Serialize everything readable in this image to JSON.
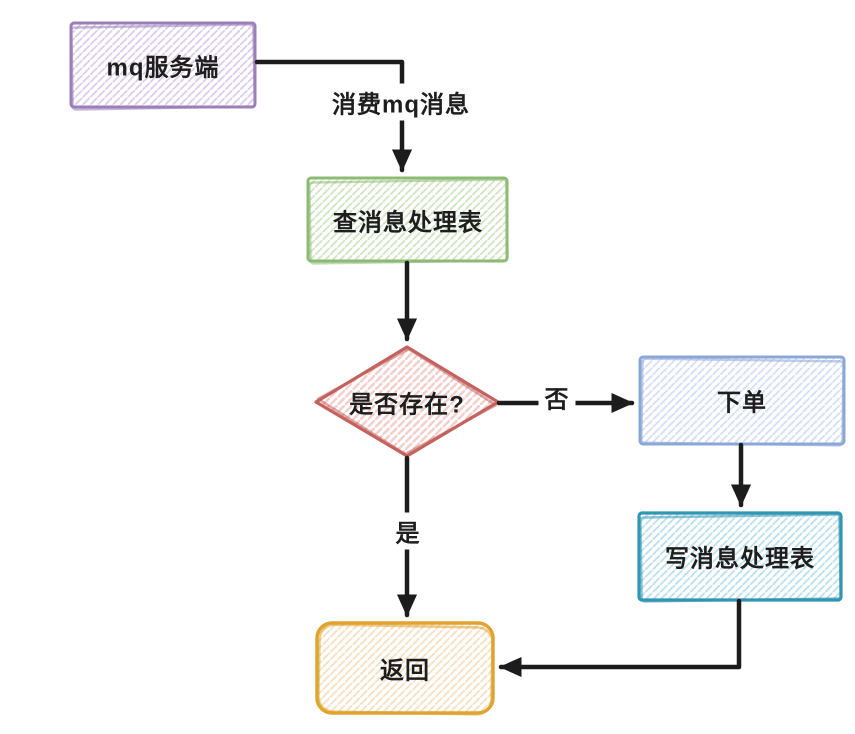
{
  "diagram": {
    "background": "#ffffff",
    "arrow_color": "#1c1c1c",
    "nodes": [
      {
        "id": "mq-server",
        "label": "mq服务端",
        "shape": "rectangle",
        "stroke": "#9c7fb8",
        "hatch": "#ddcfea"
      },
      {
        "id": "query-message-table",
        "label": "查消息处理表",
        "shape": "rectangle",
        "stroke": "#8dbb74",
        "hatch": "#d2e6c5"
      },
      {
        "id": "exists-decision",
        "label": "是否存在?",
        "shape": "diamond",
        "stroke": "#c4625f",
        "hatch": "#f2cfcb"
      },
      {
        "id": "place-order",
        "label": "下单",
        "shape": "rectangle",
        "stroke": "#8ba7d7",
        "hatch": "#d8e1f3"
      },
      {
        "id": "write-message-table",
        "label": "写消息处理表",
        "shape": "rectangle",
        "stroke": "#2f96b3",
        "hatch": "#bfe1ee"
      },
      {
        "id": "return",
        "label": "返回",
        "shape": "rounded-rectangle",
        "stroke": "#dfa42f",
        "hatch": "#f7e1c4"
      }
    ],
    "edges": [
      {
        "from": "mq-server",
        "to": "query-message-table",
        "label": "消费mq消息"
      },
      {
        "from": "query-message-table",
        "to": "exists-decision",
        "label": ""
      },
      {
        "from": "exists-decision",
        "to": "place-order",
        "label": "否"
      },
      {
        "from": "place-order",
        "to": "write-message-table",
        "label": ""
      },
      {
        "from": "exists-decision",
        "to": "return",
        "label": "是"
      },
      {
        "from": "write-message-table",
        "to": "return",
        "label": ""
      }
    ]
  }
}
